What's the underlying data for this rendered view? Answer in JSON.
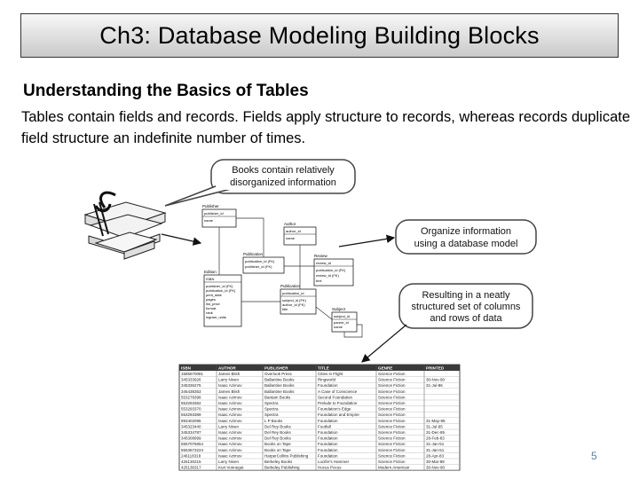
{
  "slide": {
    "title": "Ch3: Database Modeling Building Blocks",
    "subheading": "Understanding the Basics of Tables",
    "body": "Tables contain fields and records. Fields apply structure to records, whereas records duplicate field structure an indefinite number of times.",
    "page_number": "5"
  },
  "figure": {
    "callouts": [
      {
        "lines": [
          "Books contain relatively",
          "disorganized information"
        ]
      },
      {
        "lines": [
          "Organize information",
          "using a database model"
        ]
      },
      {
        "lines": [
          "Resulting in a neatly",
          "structured set of columns",
          "and rows of data"
        ]
      }
    ],
    "entities": [
      {
        "name": "Publisher",
        "fields": [
          "publisher_id",
          "name"
        ]
      },
      {
        "name": "Author",
        "fields": [
          "author_id",
          "name"
        ]
      },
      {
        "name": "Publication",
        "fields": [
          "publication_id (FK)",
          "publisher_id (FK)"
        ]
      },
      {
        "name": "Review",
        "fields": [
          "review_id",
          "publication_id (FK)",
          "review_id (FK)",
          "text"
        ]
      },
      {
        "name": "Edition",
        "fields": [
          "ISBN",
          "publisher_id (FK)",
          "publication_id (FK)",
          "print_date",
          "pages",
          "list_price",
          "format",
          "rank",
          "ingram_units"
        ]
      },
      {
        "name": "Publication",
        "fields": [
          "publication_id",
          "subject_id (FK)",
          "author_id (FK)",
          "title"
        ]
      },
      {
        "name": "Subject",
        "fields": [
          "subject_id",
          "parent_id",
          "name"
        ]
      }
    ],
    "table": {
      "columns": [
        "ISBN",
        "AUTHOR",
        "PUBLISHER",
        "TITLE",
        "GENRE",
        "PRINTED"
      ],
      "rows": [
        [
          "1585670081",
          "James Blish",
          "Overlook Press",
          "Cities in Flight",
          "Science Fiction",
          ""
        ],
        [
          "345333926",
          "Larry Niven",
          "Ballantine Books",
          "Ringworld",
          "Science Fiction",
          "30-Nov-90"
        ],
        [
          "345336275",
          "Isaac Azimov",
          "Ballantine Books",
          "Foundation",
          "Science Fiction",
          "31-Jul-86"
        ],
        [
          "345438353",
          "James Blish",
          "Ballantine Books",
          "A Case of Conscience",
          "Science Fiction",
          ""
        ],
        [
          "553278398",
          "Isaac Azimov",
          "Bantam Books",
          "Second Foundation",
          "Science Fiction",
          ""
        ],
        [
          "553293362",
          "Isaac Azimov",
          "Spectra",
          "Prelude to Foundation",
          "Science Fiction",
          ""
        ],
        [
          "553293370",
          "Isaac Azimov",
          "Spectra",
          "Foundation's Edge",
          "Science Fiction",
          ""
        ],
        [
          "553293389",
          "Isaac Azimov",
          "Spectra",
          "Foundation and Empire",
          "Science Fiction",
          ""
        ],
        [
          "893402095",
          "Isaac Azimov",
          "L P Books",
          "Foundation",
          "Science Fiction",
          "31-May-85"
        ],
        [
          "345323440",
          "Larry Niven",
          "Del Rey Books",
          "Footfall",
          "Science Fiction",
          "31-Jul-95"
        ],
        [
          "345334787",
          "Isaac Azimov",
          "Del Rey Books",
          "Foundation",
          "Science Fiction",
          "31-Dec-85"
        ],
        [
          "345308999",
          "Isaac Azimov",
          "Del Rey Books",
          "Foundation",
          "Science Fiction",
          "28-Feb-83"
        ],
        [
          "5557076654",
          "Isaac Azimov",
          "Books on Tape",
          "Foundation",
          "Science Fiction",
          "31-Jan-51"
        ],
        [
          "5553673224",
          "Isaac Azimov",
          "Books on Tape",
          "Foundation",
          "Science Fiction",
          "31-Jan-51"
        ],
        [
          "246118318",
          "Isaac Azimov",
          "HarperCollins Publishing",
          "Foundation",
          "Science Fiction",
          "28-Apr-83"
        ],
        [
          "425130215",
          "Larry Niven",
          "Berkeley Books",
          "Lucifer's Hammer",
          "Science Fiction",
          "30-Mar-88"
        ],
        [
          "425136317",
          "Kurt Vonnegut",
          "Berkeley Publishing",
          "Hocus Pocus",
          "Modern American",
          "30-Nov-90"
        ]
      ]
    }
  }
}
